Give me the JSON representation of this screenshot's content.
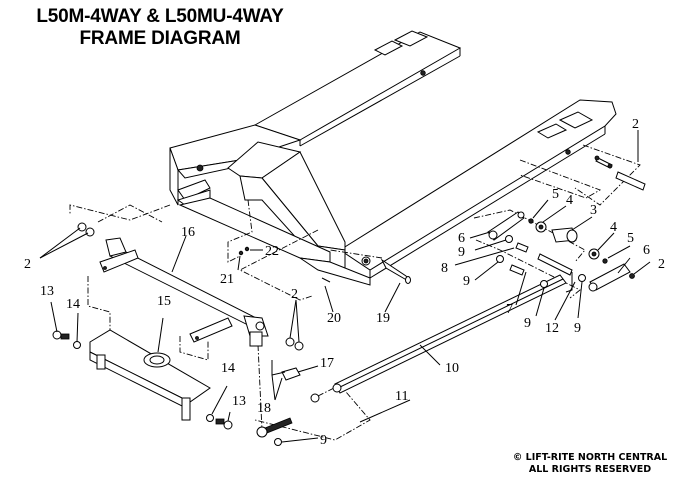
{
  "title": {
    "line1": "L50M-4WAY & L50MU-4WAY",
    "line2": "FRAME DIAGRAM"
  },
  "copyright": {
    "line1": "© LIFT-RITE NORTH CENTRAL",
    "line2": "ALL RIGHTS RESERVED"
  },
  "callouts": [
    {
      "id": "c-2-left",
      "label": "2"
    },
    {
      "id": "c-16",
      "label": "16"
    },
    {
      "id": "c-22",
      "label": "22"
    },
    {
      "id": "c-21",
      "label": "21"
    },
    {
      "id": "c-13-left",
      "label": "13"
    },
    {
      "id": "c-14-left",
      "label": "14"
    },
    {
      "id": "c-15",
      "label": "15"
    },
    {
      "id": "c-2-mid",
      "label": "2"
    },
    {
      "id": "c-20",
      "label": "20"
    },
    {
      "id": "c-19",
      "label": "19"
    },
    {
      "id": "c-17",
      "label": "17"
    },
    {
      "id": "c-18",
      "label": "18"
    },
    {
      "id": "c-14-right",
      "label": "14"
    },
    {
      "id": "c-13-right",
      "label": "13"
    },
    {
      "id": "c-10",
      "label": "10"
    },
    {
      "id": "c-11",
      "label": "11"
    },
    {
      "id": "c-9-bottom",
      "label": "9"
    },
    {
      "id": "c-2-topright",
      "label": "2"
    },
    {
      "id": "c-5-left",
      "label": "5"
    },
    {
      "id": "c-4-left",
      "label": "4"
    },
    {
      "id": "c-3",
      "label": "3"
    },
    {
      "id": "c-4-right",
      "label": "4"
    },
    {
      "id": "c-5-right",
      "label": "5"
    },
    {
      "id": "c-6-left",
      "label": "6"
    },
    {
      "id": "c-6-right",
      "label": "6"
    },
    {
      "id": "c-9-a",
      "label": "9"
    },
    {
      "id": "c-8",
      "label": "8"
    },
    {
      "id": "c-9-b",
      "label": "9"
    },
    {
      "id": "c-2-right",
      "label": "2"
    },
    {
      "id": "c-7",
      "label": "7"
    },
    {
      "id": "c-9-c",
      "label": "9"
    },
    {
      "id": "c-12",
      "label": "12"
    },
    {
      "id": "c-9-d",
      "label": "9"
    }
  ]
}
